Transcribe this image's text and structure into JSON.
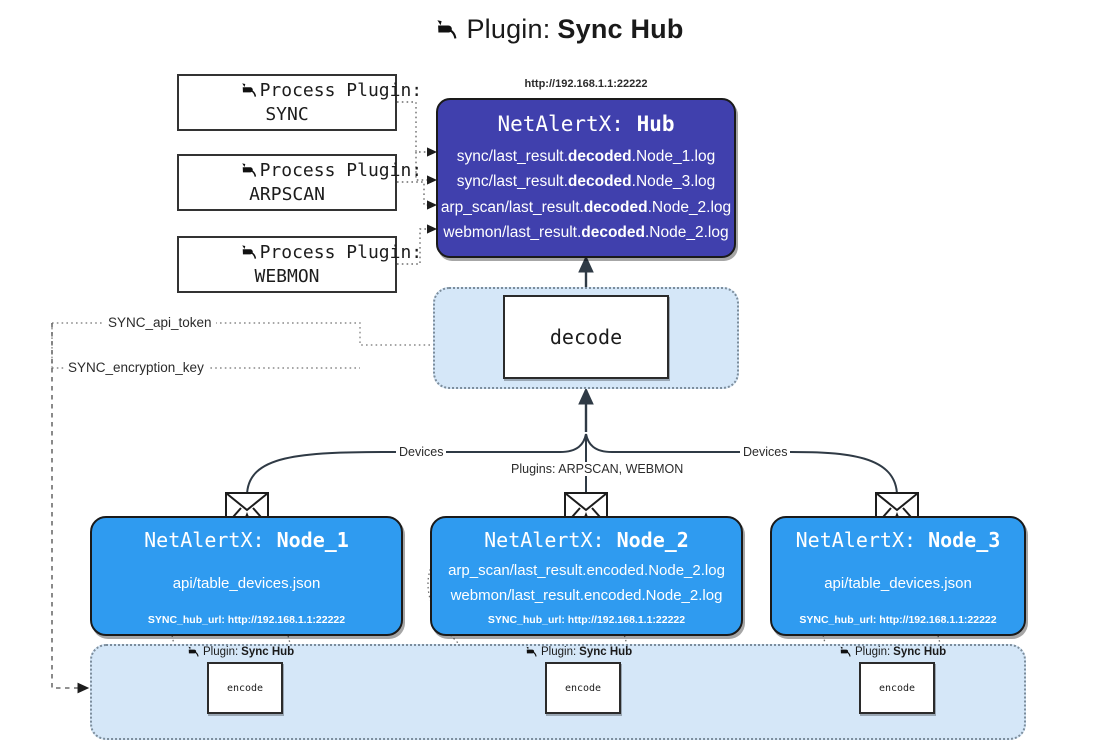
{
  "header": {
    "icon": "plug-icon",
    "prefix": "Plugin: ",
    "name": "Sync Hub"
  },
  "process_plugins": [
    {
      "icon": "plug-icon",
      "line1": "Process Plugin:",
      "line2": "SYNC"
    },
    {
      "icon": "plug-icon",
      "line1": "Process Plugin:",
      "line2": "ARPSCAN"
    },
    {
      "icon": "plug-icon",
      "line1": "Process Plugin:",
      "line2": "WEBMON"
    }
  ],
  "hub": {
    "url": "http://192.168.1.1:22222",
    "title_prefix": "NetAlertX: ",
    "title_name": "Hub",
    "lines": [
      {
        "pre": "sync/last_result.",
        "bold": "decoded",
        "post": ".Node_1.log"
      },
      {
        "pre": "sync/last_result.",
        "bold": "decoded",
        "post": ".Node_3.log"
      },
      {
        "pre": "arp_scan/last_result.",
        "bold": "decoded",
        "post": ".Node_2.log"
      },
      {
        "pre": "webmon/last_result.",
        "bold": "decoded",
        "post": ".Node_2.log"
      }
    ],
    "color": "#4040ad"
  },
  "decode": {
    "label": "decode",
    "container_color": "#d5e7f8"
  },
  "settings": {
    "api_token": "SYNC_api_token",
    "encryption_key": "SYNC_encryption_key"
  },
  "edges": {
    "devices_left": "Devices",
    "devices_right": "Devices",
    "plugins_center": "Plugins: ARPSCAN, WEBMON"
  },
  "nodes": [
    {
      "icon": "envelope-icon",
      "title_prefix": "NetAlertX: ",
      "title_name": "Node_1",
      "lines": [
        "api/table_devices.json"
      ],
      "footer": "SYNC_hub_url: http://192.168.1.1:22222",
      "color": "#2f9bf0"
    },
    {
      "icon": "envelope-icon",
      "title_prefix": "NetAlertX: ",
      "title_name": "Node_2",
      "lines": [
        "arp_scan/last_result.encoded.Node_2.log",
        "webmon/last_result.encoded.Node_2.log"
      ],
      "footer": "SYNC_hub_url: http://192.168.1.1:22222",
      "color": "#2f9bf0"
    },
    {
      "icon": "envelope-icon",
      "title_prefix": "NetAlertX: ",
      "title_name": "Node_3",
      "lines": [
        "api/table_devices.json"
      ],
      "footer": "SYNC_hub_url: http://192.168.1.1:22222",
      "color": "#2f9bf0"
    }
  ],
  "encoders": [
    {
      "icon": "plug-icon",
      "tag_prefix": "Plugin: ",
      "tag_name": "Sync Hub",
      "label": "encode"
    },
    {
      "icon": "plug-icon",
      "tag_prefix": "Plugin: ",
      "tag_name": "Sync Hub",
      "label": "encode"
    },
    {
      "icon": "plug-icon",
      "tag_prefix": "Plugin: ",
      "tag_name": "Sync Hub",
      "label": "encode"
    }
  ]
}
